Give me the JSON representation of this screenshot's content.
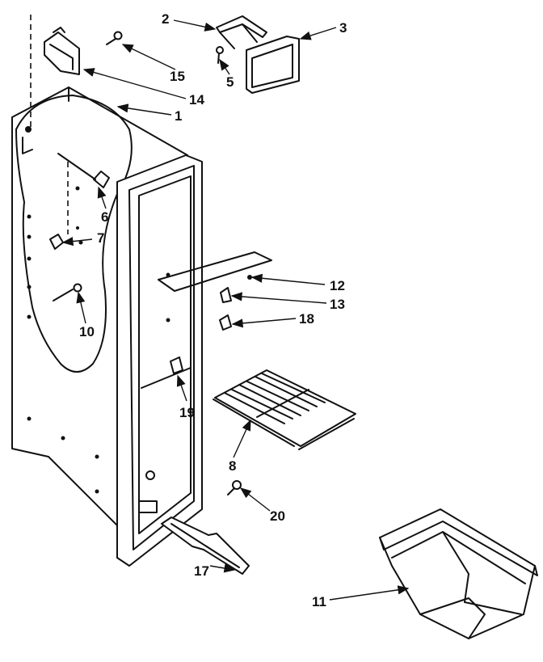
{
  "callouts": {
    "c1": "1",
    "c2": "2",
    "c3": "3",
    "c5": "5",
    "c6": "6",
    "c7": "7",
    "c8": "8",
    "c10": "10",
    "c11": "11",
    "c12": "12",
    "c13": "13",
    "c14": "14",
    "c15": "15",
    "c17": "17",
    "c18": "18",
    "c19": "19",
    "c20": "20"
  }
}
